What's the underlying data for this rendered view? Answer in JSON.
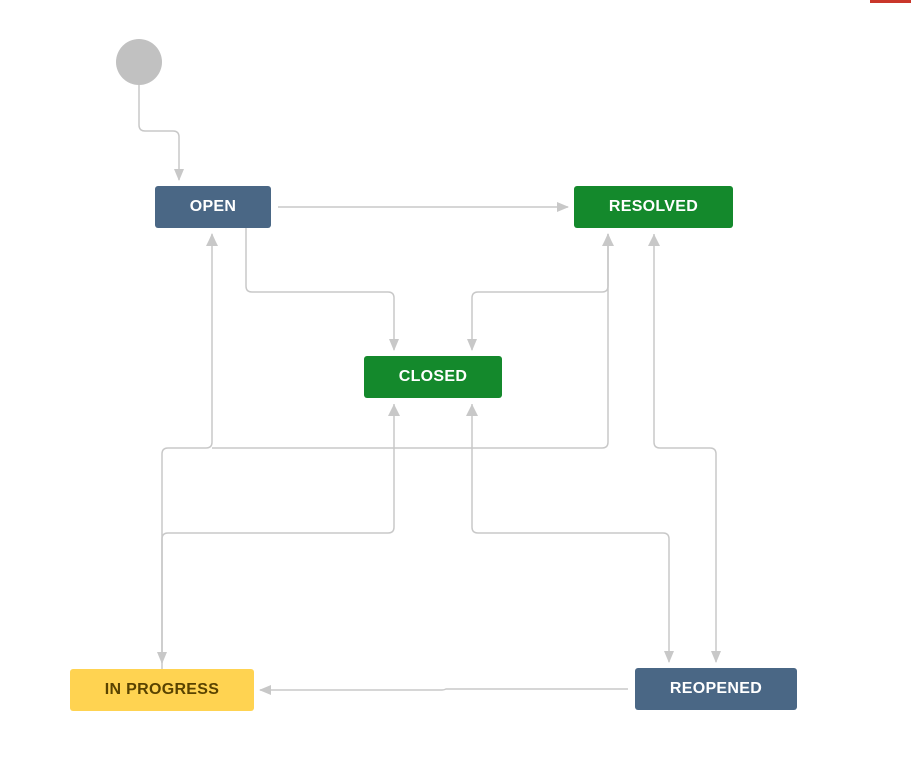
{
  "workflow": {
    "statuses": {
      "open": {
        "label": "OPEN",
        "category_color": "#4a6785"
      },
      "resolved": {
        "label": "RESOLVED",
        "category_color": "#14892c"
      },
      "closed": {
        "label": "CLOSED",
        "category_color": "#14892c"
      },
      "in_progress": {
        "label": "IN PROGRESS",
        "category_color": "#ffd351"
      },
      "reopened": {
        "label": "REOPENED",
        "category_color": "#4a6785"
      }
    },
    "transitions": [
      {
        "from": "start",
        "to": "OPEN"
      },
      {
        "from": "OPEN",
        "to": "RESOLVED"
      },
      {
        "from": "OPEN",
        "to": "CLOSED"
      },
      {
        "from": "RESOLVED",
        "to": "CLOSED"
      },
      {
        "from": "IN PROGRESS",
        "to": "OPEN"
      },
      {
        "from": "IN PROGRESS",
        "to": "RESOLVED"
      },
      {
        "from": "IN PROGRESS",
        "to": "CLOSED"
      },
      {
        "from": "RESOLVED",
        "to": "IN PROGRESS"
      },
      {
        "from": "CLOSED",
        "to": "IN PROGRESS"
      },
      {
        "from": "CLOSED",
        "to": "REOPENED"
      },
      {
        "from": "RESOLVED",
        "to": "REOPENED"
      },
      {
        "from": "REOPENED",
        "to": "IN PROGRESS"
      }
    ],
    "colors": {
      "connector": "#c8c8c8",
      "start_node": "#c1c1c1"
    }
  }
}
